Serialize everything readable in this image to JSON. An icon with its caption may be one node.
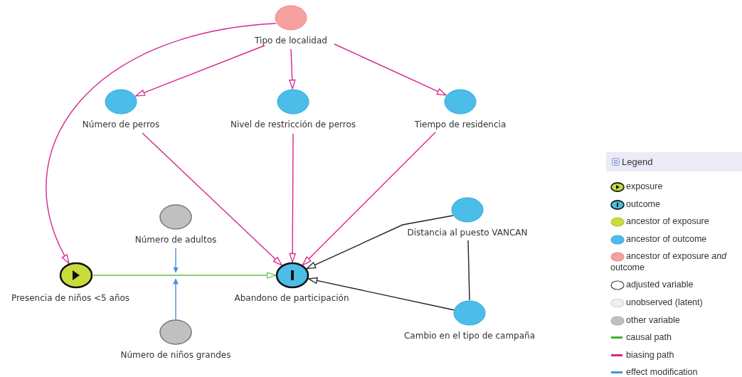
{
  "diagram": {
    "nodes": [
      {
        "text": [
          "Tipo de localidad"
        ]
      },
      {
        "text": [
          "Número de perros"
        ]
      },
      {
        "text": [
          "Nivel de restricción de perros"
        ]
      },
      {
        "text": [
          "Tiempo de residencia"
        ]
      },
      {
        "text": [
          "Distancia al puesto VANCAN"
        ]
      },
      {
        "text": [
          "Número de adultos"
        ]
      },
      {
        "text": [
          "Presencia de niños <5 años"
        ]
      },
      {
        "text": [
          "Abandono de participación"
        ]
      },
      {
        "text": [
          "Cambio en el tipo de campaña"
        ]
      },
      {
        "text": [
          "Número de niños grandes"
        ]
      }
    ],
    "edges": [
      {
        "from": 0,
        "to": 1,
        "arrow": "to"
      },
      {
        "from": 0,
        "to": 2,
        "arrow": "to"
      },
      {
        "from": 0,
        "to": 3,
        "arrow": "to"
      },
      {
        "from": 0,
        "to": 6,
        "arrow": "to"
      },
      {
        "from": 1,
        "to": 7,
        "arrow": "to"
      },
      {
        "from": 2,
        "to": 7,
        "arrow": "to"
      },
      {
        "from": 3,
        "to": 7,
        "arrow": "to"
      },
      {
        "from": 6,
        "to": 7,
        "arrow": "to",
        "color": "#5cc043"
      },
      {
        "from": 4,
        "to": 7,
        "arrow": "to",
        "color": "#222222"
      },
      {
        "from": 8,
        "to": 7,
        "arrow": "to",
        "color": "#222222"
      },
      {
        "from": 8,
        "to": 4,
        "arrow": "none",
        "color": "#222222"
      },
      {
        "from": 5,
        "to": null,
        "arrow": "to",
        "color": "#4a90d9"
      },
      {
        "from": 9,
        "to": null,
        "arrow": "to",
        "color": "#4a90d9"
      }
    ],
    "labels": [
      "Legend"
    ],
    "legend": [
      {
        "text": "exposure",
        "color": "#c9dc3b"
      },
      {
        "text": "outcome",
        "color": "#4bbde8"
      },
      {
        "text": "ancestor of exposure",
        "color": "#c9dc3b"
      },
      {
        "text": "ancestor of outcome",
        "color": "#4bbde8"
      },
      {
        "text": "ancestor of exposure *and* outcome",
        "color": "#f6a0a0"
      },
      {
        "text": "adjusted variable"
      },
      {
        "text": "unobserved (latent)",
        "color": "#eeeeee"
      },
      {
        "text": "other variable",
        "color": "#c0c0c0"
      },
      {
        "text": "causal path",
        "color": "#43b02a"
      },
      {
        "text": "biasing path",
        "color": "#d6278f"
      },
      {
        "text": "effect modification",
        "color": "#4a90d9"
      }
    ]
  }
}
